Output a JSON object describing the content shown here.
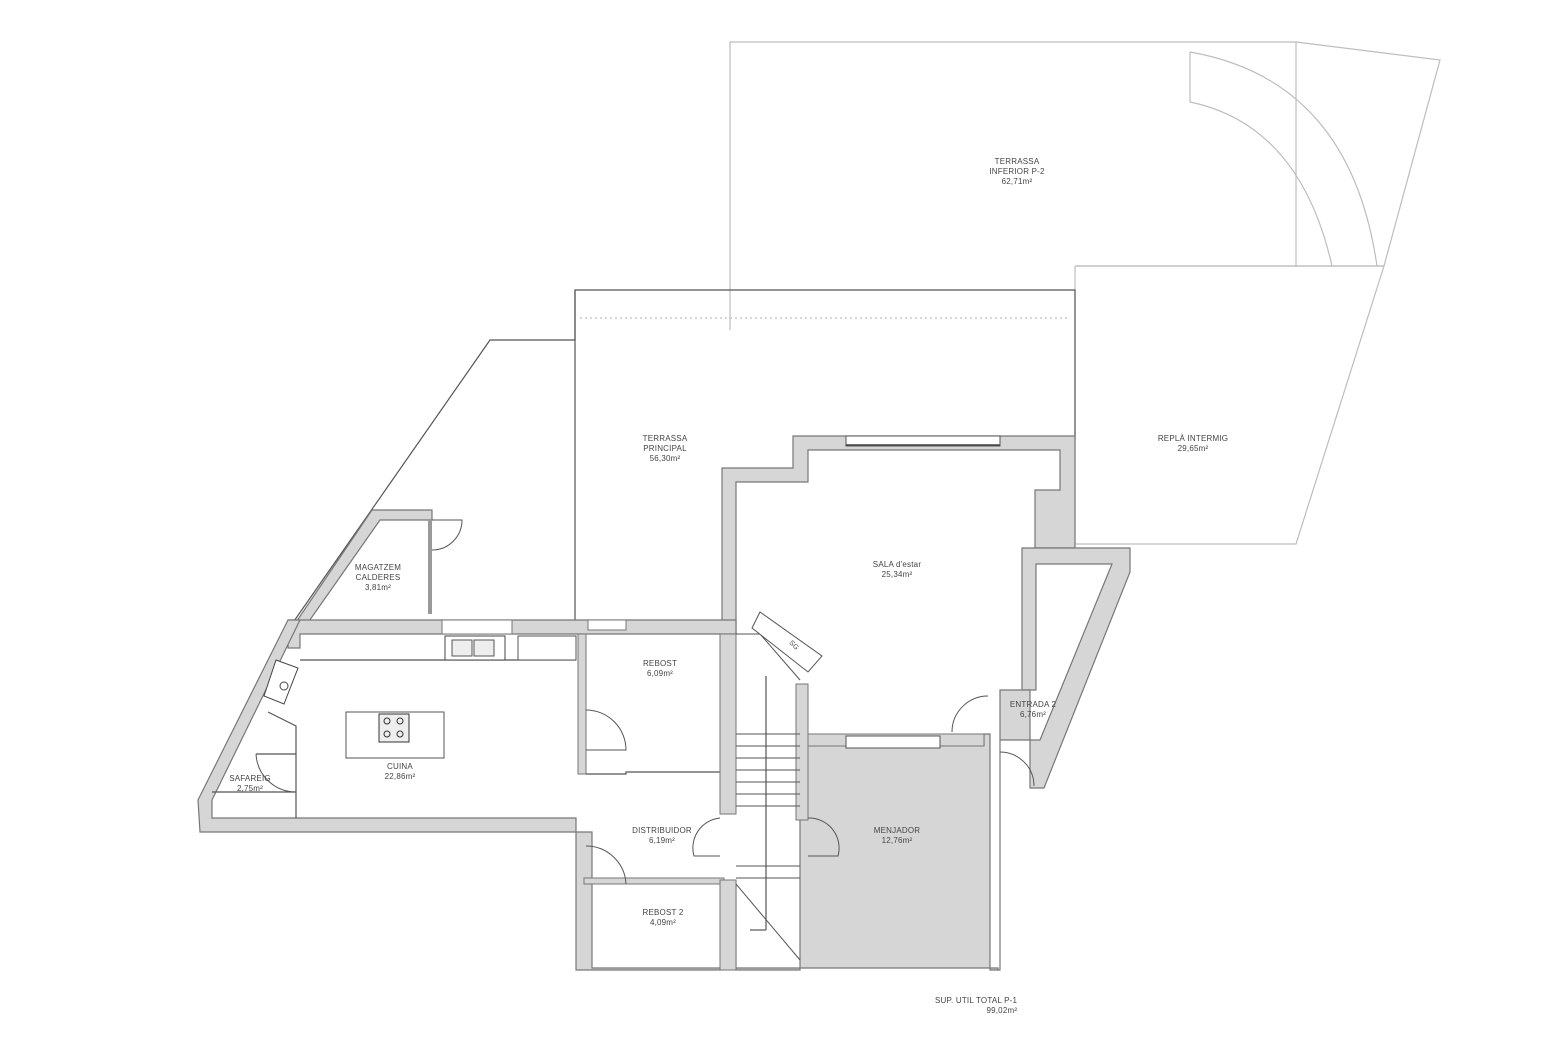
{
  "plan": {
    "title": "SUP. UTIL TOTAL P-1",
    "total_area": "99,02m²",
    "rooms": [
      {
        "name": "TERRASSA INFERIOR P-2",
        "line1": "TERRASSA",
        "line2": "INFERIOR P-2",
        "area": "62,71m²"
      },
      {
        "name": "TERRASSA PRINCIPAL",
        "line1": "TERRASSA",
        "line2": "PRINCIPAL",
        "area": "56,30m²"
      },
      {
        "name": "REPLÀ INTERMIG",
        "line1": "REPLÀ INTERMIG",
        "area": "29,65m²"
      },
      {
        "name": "MAGATZEM CALDERES",
        "line1": "MAGATZEM",
        "line2": "CALDERES",
        "area": "3,81m²"
      },
      {
        "name": "SALA d'estar",
        "line1": "SALA d'estar",
        "area": "25,34m²"
      },
      {
        "name": "REBOST",
        "line1": "REBOST",
        "area": "6,09m²"
      },
      {
        "name": "ENTRADA 2",
        "line1": "ENTRADA 2",
        "area": "6,76m²"
      },
      {
        "name": "CUINA",
        "line1": "CUINA",
        "area": "22,86m²"
      },
      {
        "name": "SAFAREIG",
        "line1": "SAFAREIG",
        "area": "2,75m²"
      },
      {
        "name": "DISTRIBUIDOR",
        "line1": "DISTRIBUIDOR",
        "area": "6,19m²"
      },
      {
        "name": "MENJADOR",
        "line1": "MENJADOR",
        "area": "12,76m²"
      },
      {
        "name": "REBOST 2",
        "line1": "REBOST 2",
        "area": "4,09m²"
      }
    ],
    "annotations": {
      "stair_mark": "SG"
    }
  }
}
